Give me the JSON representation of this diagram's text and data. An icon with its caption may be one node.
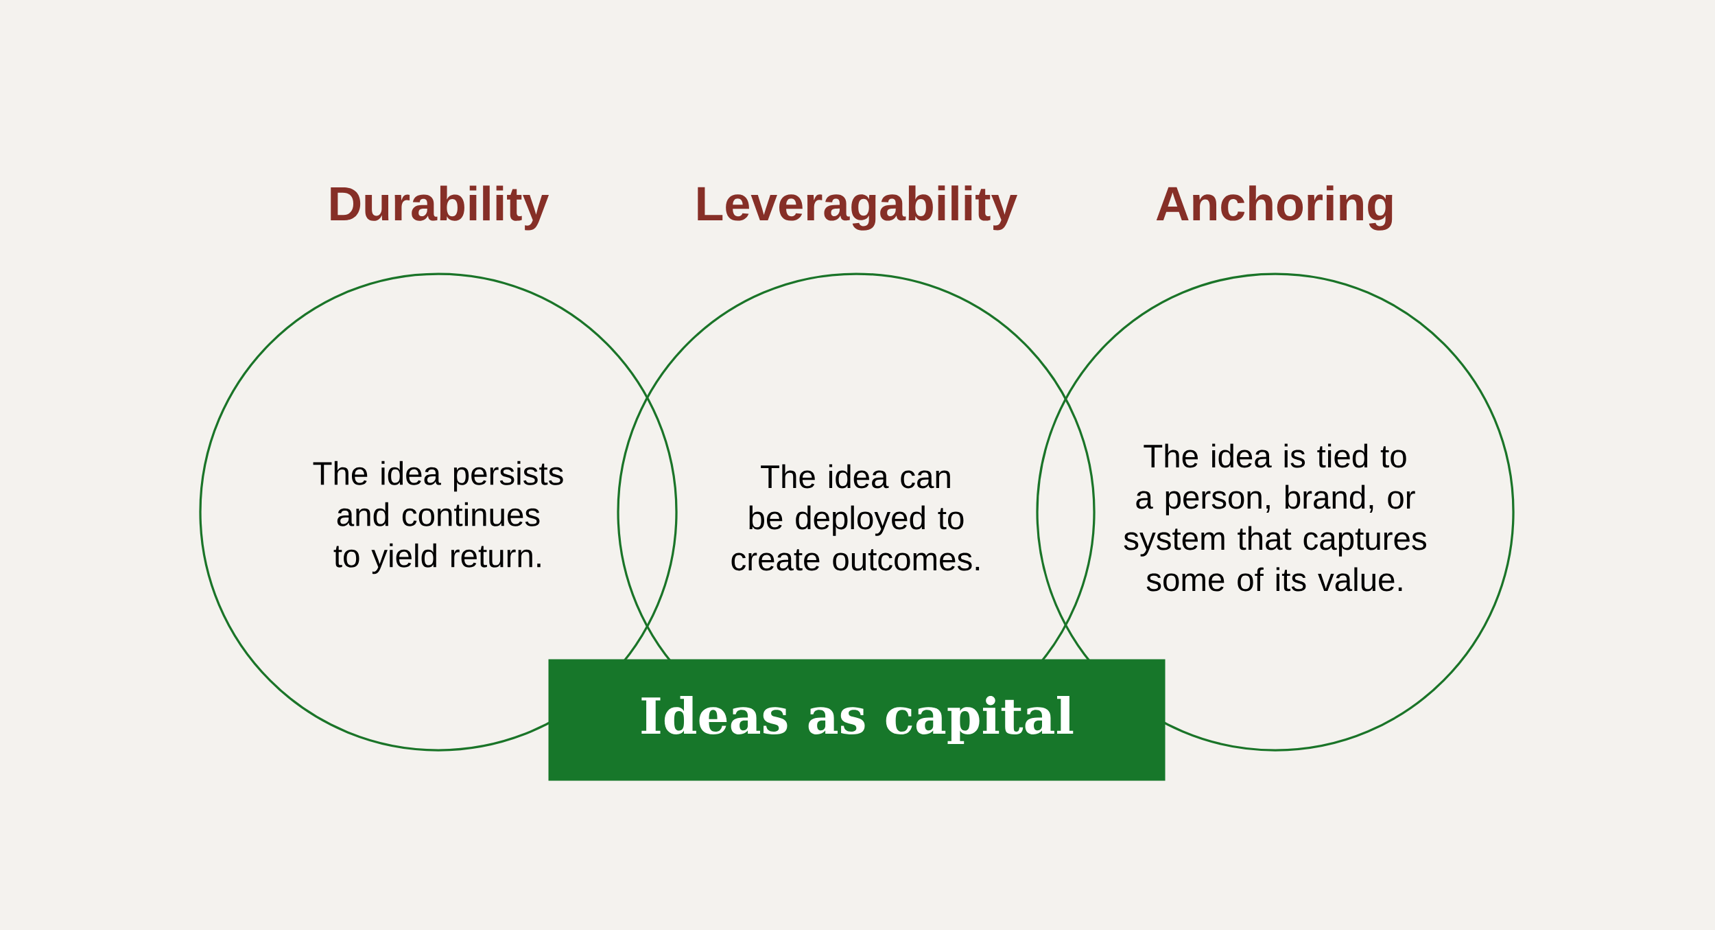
{
  "diagram": {
    "nodes": [
      {
        "text": [
          "Durability",
          "The idea persists and continues to yield return."
        ]
      },
      {
        "text": [
          "Leveragability",
          "The idea can be deployed to create outcomes."
        ]
      },
      {
        "text": [
          "Anchoring",
          "The idea is tied to a person, brand, or system that captures some of its value."
        ]
      },
      {
        "text": [
          "Ideas as capital"
        ]
      }
    ]
  }
}
